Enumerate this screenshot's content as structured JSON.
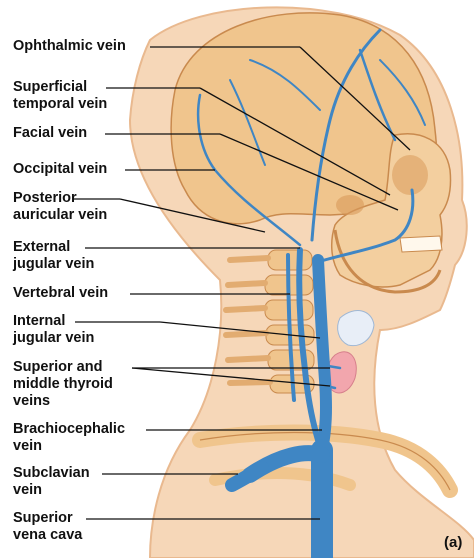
{
  "figure": {
    "panel_label": "(a)",
    "labels": [
      {
        "id": "ophthalmic",
        "lines": [
          "Ophthalmic vein"
        ]
      },
      {
        "id": "superficial-temporal",
        "lines": [
          "Superficial",
          "temporal vein"
        ]
      },
      {
        "id": "facial",
        "lines": [
          "Facial vein"
        ]
      },
      {
        "id": "occipital",
        "lines": [
          "Occipital vein"
        ]
      },
      {
        "id": "posterior-auricular",
        "lines": [
          "Posterior",
          "auricular vein"
        ]
      },
      {
        "id": "external-jugular",
        "lines": [
          "External",
          "jugular vein"
        ]
      },
      {
        "id": "vertebral",
        "lines": [
          "Vertebral vein"
        ]
      },
      {
        "id": "internal-jugular",
        "lines": [
          "Internal",
          "jugular vein"
        ]
      },
      {
        "id": "thyroid",
        "lines": [
          "Superior and",
          "middle thyroid",
          "veins"
        ]
      },
      {
        "id": "brachiocephalic",
        "lines": [
          "Brachiocephalic",
          "vein"
        ]
      },
      {
        "id": "subclavian",
        "lines": [
          "Subclavian",
          "vein"
        ]
      },
      {
        "id": "svc",
        "lines": [
          "Superior",
          "vena cava"
        ]
      }
    ]
  },
  "colors": {
    "skin": "#f6d7b8",
    "bone": "#f0c58d",
    "bone_shade": "#d99a5a",
    "vein": "#3f86c4",
    "vein_dark": "#2a6aa8",
    "leader": "#111111",
    "thyroid": "#f2a6ad"
  }
}
